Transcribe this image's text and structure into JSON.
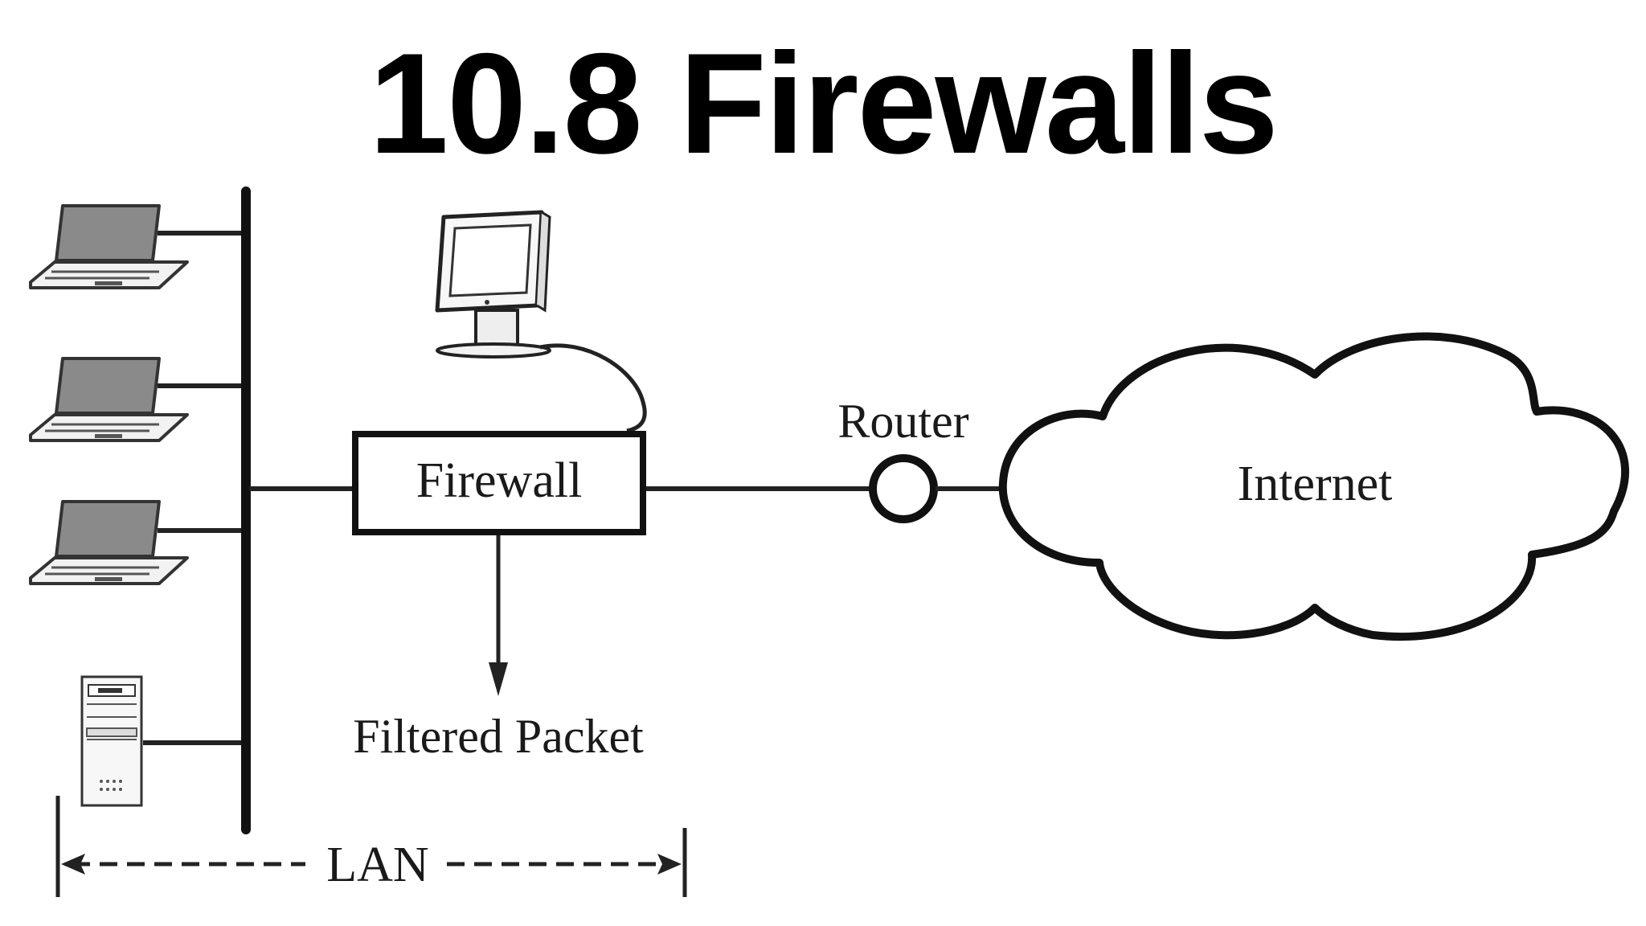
{
  "title": "10.8 Firewalls",
  "labels": {
    "firewall": "Firewall",
    "router": "Router",
    "internet": "Internet",
    "filtered_packet": "Filtered Packet",
    "lan": "LAN"
  }
}
